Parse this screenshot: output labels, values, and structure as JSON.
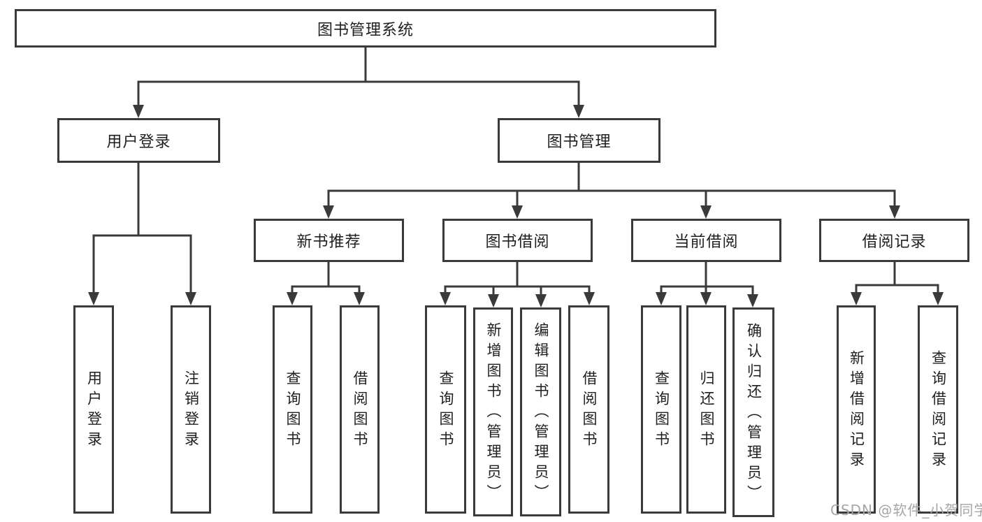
{
  "colors": {
    "line": "#3a3a3a",
    "text": "#1f1f1f",
    "watermark": "#a6a6a6",
    "background": "#ffffff"
  },
  "diagram": {
    "root": {
      "label": "图书管理系统"
    },
    "branches": [
      {
        "id": "user-login",
        "label": "用户登录",
        "leaves": [
          {
            "id": "user-login-leaf",
            "label": "用户登录"
          },
          {
            "id": "logout",
            "label": "注销登录"
          }
        ]
      },
      {
        "id": "book-management",
        "label": "图书管理",
        "sections": [
          {
            "id": "new-book-recommendation",
            "label": "新书推荐",
            "leaves": [
              {
                "id": "query-books",
                "label": "查询图书"
              },
              {
                "id": "borrow-books",
                "label": "借阅图书"
              }
            ]
          },
          {
            "id": "book-borrowing",
            "label": "图书借阅",
            "leaves": [
              {
                "id": "query-books",
                "label": "查询图书"
              },
              {
                "id": "add-books-admin",
                "label": "新增图书（管理员）"
              },
              {
                "id": "edit-books-admin",
                "label": "编辑图书（管理员）"
              },
              {
                "id": "borrow-books",
                "label": "借阅图书"
              }
            ]
          },
          {
            "id": "current-borrowing",
            "label": "当前借阅",
            "leaves": [
              {
                "id": "query-books",
                "label": "查询图书"
              },
              {
                "id": "return-books",
                "label": "归还图书"
              },
              {
                "id": "confirm-return-admin",
                "label": "确认归还（管理员）"
              }
            ]
          },
          {
            "id": "borrowing-records",
            "label": "借阅记录",
            "leaves": [
              {
                "id": "add-borrowing-record",
                "label": "新增借阅记录"
              },
              {
                "id": "query-borrowing-record",
                "label": "查询借阅记录"
              }
            ]
          }
        ]
      }
    ]
  },
  "watermark": {
    "text": "CSDN @软件_小贺同学"
  }
}
